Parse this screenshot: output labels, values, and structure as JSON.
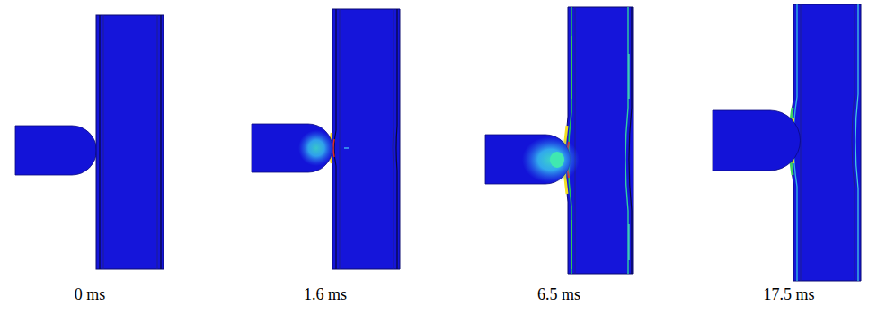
{
  "diagram": {
    "labels": [
      "0 ms",
      "1.6 ms",
      "6.5 ms",
      "17.5 ms"
    ]
  }
}
